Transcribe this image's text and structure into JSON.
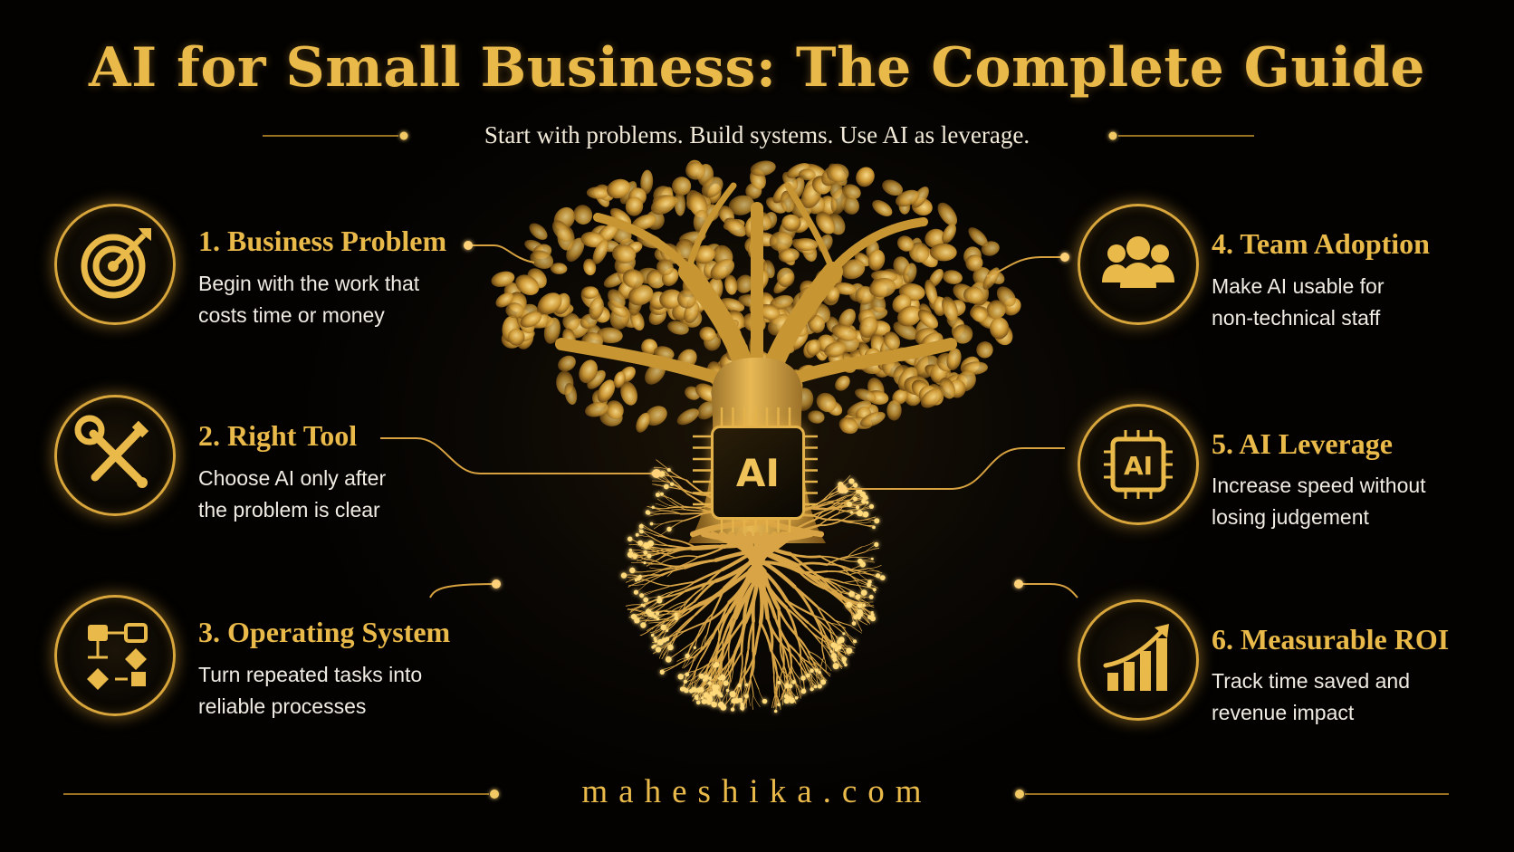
{
  "title": "AI for Small Business: The Complete Guide",
  "subtitle": "Start with problems. Build systems. Use AI as leverage.",
  "center_chip": "AI",
  "left_steps": [
    {
      "heading": "1. Business Problem",
      "line1": "Begin with the work that",
      "line2": "costs time or money",
      "icon": "target-icon"
    },
    {
      "heading": "2. Right Tool",
      "line1": "Choose AI only after",
      "line2": "the problem is clear",
      "icon": "tools-icon"
    },
    {
      "heading": "3. Operating System",
      "line1": "Turn repeated tasks into",
      "line2": "reliable processes",
      "icon": "flowchart-icon"
    }
  ],
  "right_steps": [
    {
      "heading": "4. Team Adoption",
      "line1": "Make AI usable for",
      "line2": "non-technical staff",
      "icon": "team-icon"
    },
    {
      "heading": "5. AI Leverage",
      "line1": "Increase speed without",
      "line2": "losing judgement",
      "icon": "ai-chip-icon",
      "icon_text": "AI"
    },
    {
      "heading": "6. Measurable ROI",
      "line1": "Track time saved and",
      "line2": "revenue impact",
      "icon": "growth-chart-icon"
    }
  ],
  "footer": "maheshika.com",
  "colors": {
    "gold": "#e9b949",
    "gold_dark": "#a9761f",
    "background": "#040302",
    "text": "#f0ece4"
  }
}
